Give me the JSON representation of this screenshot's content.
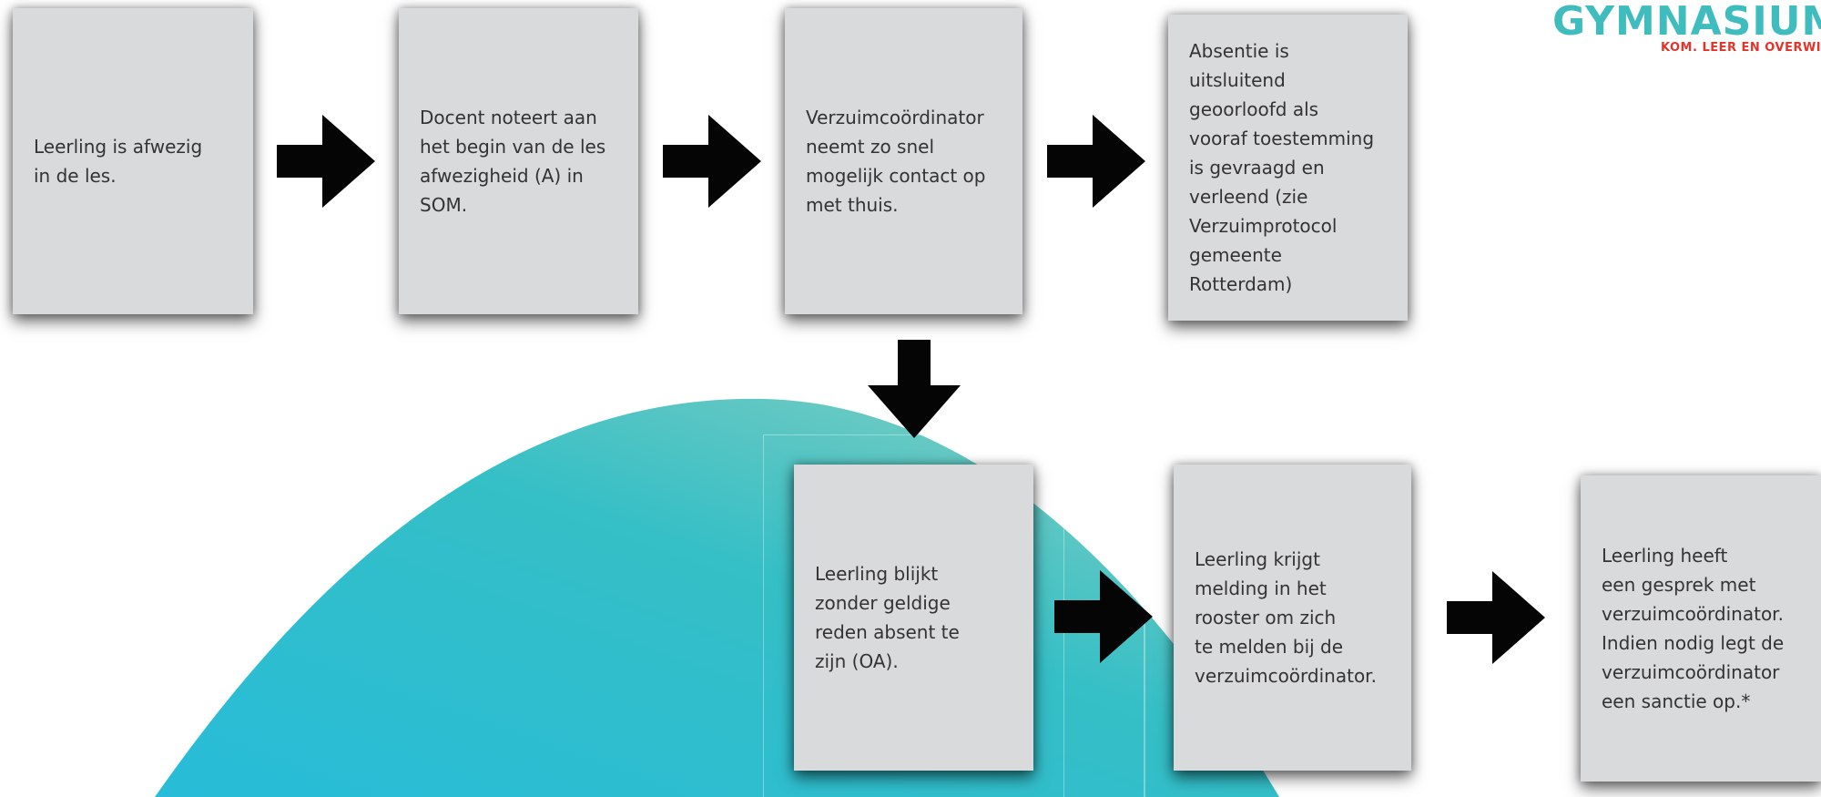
{
  "logo": {
    "wordmark": "GYMNASIUM",
    "tagline": "KOM. LEER EN OVERWIN."
  },
  "colors": {
    "card_fill": "#d9dadb",
    "card_text": "#333333",
    "arrow": "#050505",
    "wave_left": "#27bcd8",
    "wave_right": "#78cbbd",
    "logo_wordmark": "#3fbcbd",
    "logo_tagline": "#e6332a"
  },
  "steps": [
    {
      "text": "Leerling is afwezig\nin de les."
    },
    {
      "text": "Docent noteert aan\nhet begin van de les\nafwezigheid (A) in\nSOM."
    },
    {
      "text": "Verzuimcoördinator\nneemt zo snel\nmogelijk contact op\nmet thuis."
    },
    {
      "text": "Absentie is\nuitsluitend\ngeoorloofd als\nvooraf toestemming\nis gevraagd en\nverleend (zie\nVerzuimprotocol\ngemeente\nRotterdam)"
    },
    {
      "text": "Leerling blijkt\nzonder geldige\nreden absent te\nzijn (OA)."
    },
    {
      "text": "Leerling krijgt\nmelding in het\nrooster om zich\nte melden bij de\nverzuimcoördinator."
    },
    {
      "text": "Leerling heeft\neen gesprek met\nverzuimcoördinator.\nIndien nodig legt de\nverzuimcoördinator\neen sanctie op.*"
    }
  ],
  "connectors": [
    {
      "from": 1,
      "to": 2,
      "direction": "right"
    },
    {
      "from": 2,
      "to": 3,
      "direction": "right"
    },
    {
      "from": 3,
      "to": 4,
      "direction": "right"
    },
    {
      "from": 3,
      "to": 5,
      "direction": "down"
    },
    {
      "from": 5,
      "to": 6,
      "direction": "right"
    },
    {
      "from": 6,
      "to": 7,
      "direction": "right"
    }
  ]
}
